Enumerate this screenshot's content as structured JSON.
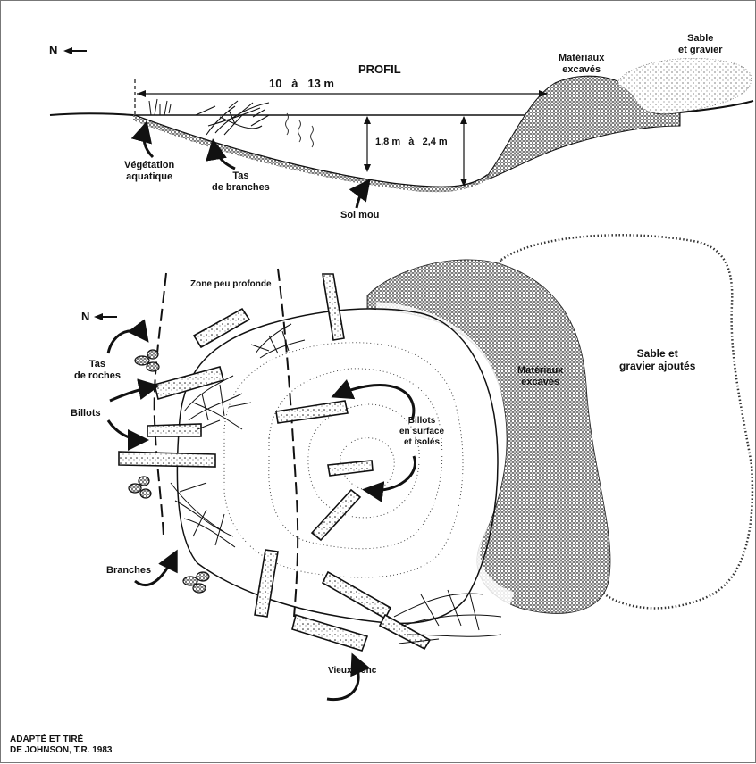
{
  "profile": {
    "title": "PROFIL",
    "north": "N",
    "width_measure": "10   à   13 m",
    "depth_measure": "1,8 m   à   2,4 m",
    "labels": {
      "aquatic_vegetation": [
        "Végétation",
        "aquatique"
      ],
      "branch_piles": [
        "Tas",
        "de branches"
      ],
      "soft_soil": "Sol mou",
      "excavated": [
        "Matériaux",
        "excavés"
      ],
      "sand_gravel": [
        "Sable",
        "et gravier"
      ]
    }
  },
  "plan": {
    "north": "N",
    "labels": {
      "shallow_zone": "Zone peu profonde",
      "rock_piles": [
        "Tas",
        "de roches"
      ],
      "logs": "Billots",
      "surface_logs": [
        "Billots",
        "en surface",
        "et isolés"
      ],
      "excavated": [
        "Matériaux",
        "excavés"
      ],
      "sand_gravel_added": [
        "Sable et",
        "gravier ajoutés"
      ],
      "branches": "Branches",
      "old_trunk": "Vieux tronc"
    }
  },
  "credit": [
    "ADAPTÉ ET TIRÉ",
    "DE JOHNSON, T.R. 1983"
  ],
  "colors": {
    "ink": "#111111",
    "stipple": "#222222",
    "background": "#ffffff"
  }
}
